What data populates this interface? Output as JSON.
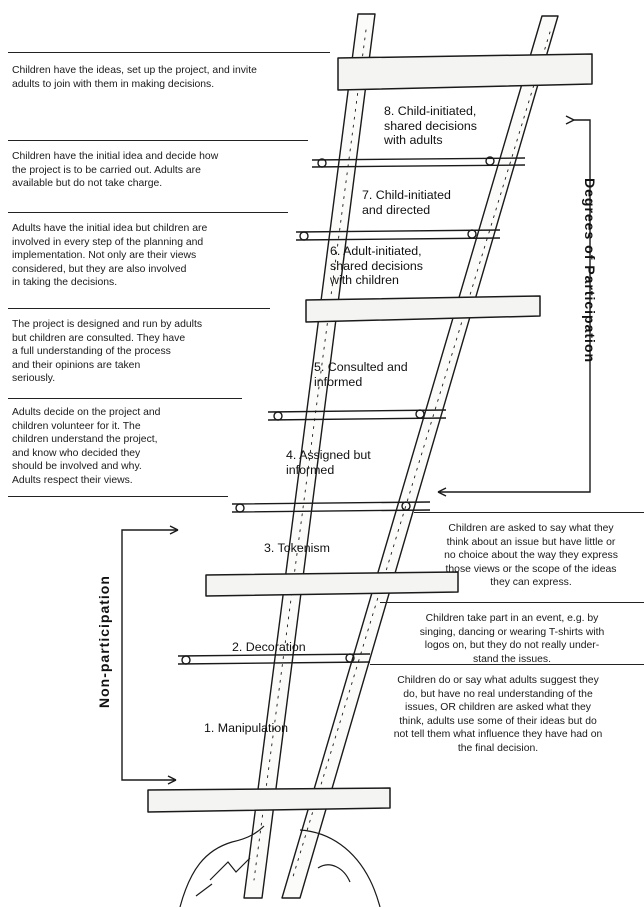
{
  "rungs": [
    {
      "level": 8,
      "label": "8. Child-initiated,\nshared decisions\nwith adults"
    },
    {
      "level": 7,
      "label": "7. Child-initiated\nand directed"
    },
    {
      "level": 6,
      "label": "6. Adult-initiated,\nshared decisions\nwith children"
    },
    {
      "level": 5,
      "label": "5. Consulted and\ninformed"
    },
    {
      "level": 4,
      "label": "4. Assigned but\ninformed"
    },
    {
      "level": 3,
      "label": "3. Tokenism"
    },
    {
      "level": 2,
      "label": "2. Decoration"
    },
    {
      "level": 1,
      "label": "1. Manipulation"
    }
  ],
  "left_descriptions": [
    "Children have the ideas, set up the project, and invite\nadults to join with them in making decisions.",
    "Children have the initial idea and decide how\nthe project is to be carried out. Adults are\navailable but do not take charge.",
    "Adults have the initial idea but children are\ninvolved in every step of the planning and\nimplementation. Not only are their views\nconsidered, but they are also involved\nin taking the decisions.",
    "The project is designed and run by adults\nbut children are consulted. They have\na full understanding of the process\nand their opinions are taken\nseriously.",
    "Adults decide on the project and\nchildren volunteer for it. The\nchildren understand the project,\nand know who decided they\nshould be involved and why.\nAdults respect their views."
  ],
  "right_descriptions": [
    "Children are asked to say what they\nthink about an issue but have little or\nno choice about the way they express\nthose views or the scope of the ideas\nthey can express.",
    "Children take part in an event, e.g. by\nsinging, dancing or wearing T-shirts with\nlogos on, but they do not really under-\nstand the issues.",
    "Children do or say what adults suggest they\ndo, but have no real understanding of the\nissues, OR children are asked what they\nthink, adults use some of their ideas but do\nnot tell them what influence they have had on\nthe final decision."
  ],
  "brackets": {
    "participation": "Degrees of Participation",
    "non_participation": "Non-participation"
  },
  "colors": {
    "ink": "#1a1a1a",
    "rung_fill": "#f4f4f2"
  }
}
